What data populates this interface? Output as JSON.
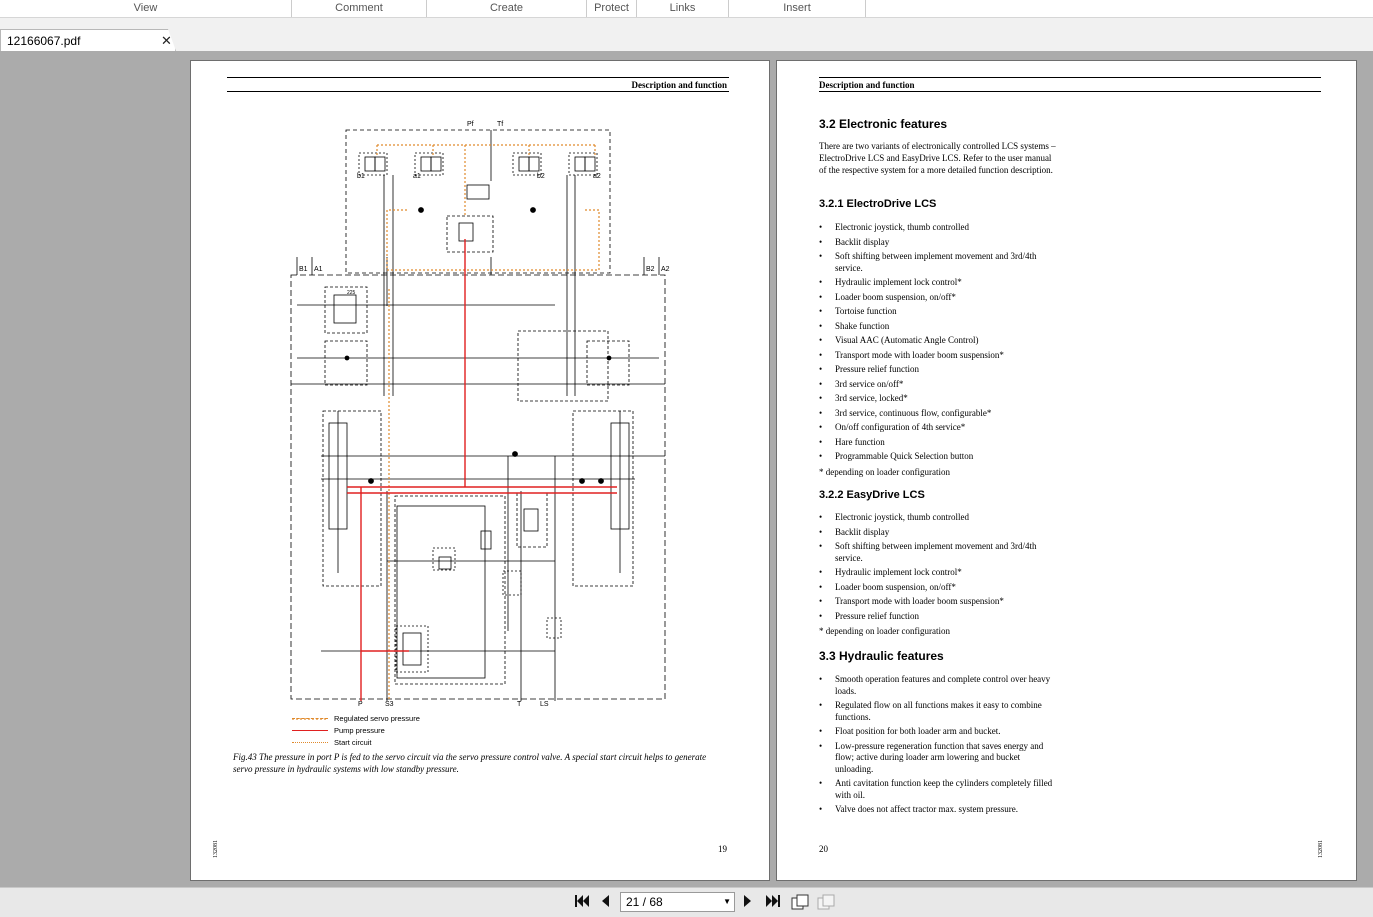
{
  "menu": {
    "items": [
      "View",
      "Comment",
      "Create",
      "Protect",
      "Links",
      "Insert"
    ]
  },
  "tab": {
    "filename": "12166067.pdf",
    "close": "✕"
  },
  "left_page": {
    "header": "Description and function",
    "diagram": {
      "labels": {
        "pf": "Pf",
        "tf": "Tf",
        "b1": "b1",
        "a1": "a1",
        "b2": "b2",
        "a2": "a2",
        "B1": "B1",
        "A1": "A1",
        "B2": "B2",
        "A2": "A2",
        "val225": "225",
        "P": "P",
        "S3": "S3",
        "T": "T",
        "LS": "LS"
      },
      "colors": {
        "servo": "#e08a2c",
        "pump": "#e02020",
        "start": "#e08a2c",
        "lines": "#000000"
      }
    },
    "legend": {
      "servo": "Regulated servo pressure",
      "pump": "Pump pressure",
      "start": "Start circuit"
    },
    "caption": "Fig.43  The pressure in port P is fed to the servo circuit via the servo pressure control valve. A special start circuit helps to generate servo pressure in hydraulic systems with low standby pressure.",
    "page_number": "19",
    "side_code": "132081"
  },
  "right_page": {
    "header": "Description and function",
    "s32_title": "3.2 Electronic features",
    "s32_text": "There are two variants of electronically controlled LCS systems – ElectroDrive LCS and EasyDrive LCS. Refer to the user manual of the respective system for a more detailed function description.",
    "s321_title": "3.2.1 ElectroDrive LCS",
    "s321_items": [
      "Electronic joystick, thumb controlled",
      "Backlit display",
      "Soft shifting between implement movement and 3rd/4th service.",
      "Hydraulic implement lock control*",
      "Loader boom suspension, on/off*",
      "Tortoise function",
      "Shake function",
      "Visual AAC (Automatic Angle Control)",
      "Transport mode with loader boom suspension*",
      "Pressure relief function",
      "3rd service on/off*",
      "3rd service, locked*",
      "3rd service, continuous flow, configurable*",
      "On/off configuration of 4th service*",
      "Hare function",
      "Programmable Quick Selection button"
    ],
    "s321_note": "* depending on loader configuration",
    "s322_title": "3.2.2 EasyDrive LCS",
    "s322_items": [
      "Electronic joystick, thumb controlled",
      "Backlit display",
      "Soft shifting between implement movement and 3rd/4th service.",
      "Hydraulic implement lock control*",
      "Loader boom suspension, on/off*",
      "Transport mode with loader boom suspension*",
      "Pressure relief function"
    ],
    "s322_note": "* depending on loader configuration",
    "s33_title": "3.3 Hydraulic features",
    "s33_items": [
      "Smooth operation features and complete control over heavy loads.",
      "Regulated flow on all functions makes it easy to combine functions.",
      "Float position for both loader arm and bucket.",
      "Low-pressure regeneration function that saves energy and flow; active during loader arm lowering and bucket unloading.",
      "Anti cavitation function keep the cylinders completely filled with oil.",
      "Valve does not affect tractor max. system pressure."
    ],
    "page_number": "20",
    "side_code": "132081"
  },
  "nav": {
    "first_icon": "first-page-icon",
    "prev_icon": "prev-page-icon",
    "page_field": "21 / 68",
    "next_icon": "next-page-icon",
    "last_icon": "last-page-icon",
    "fit_icon": "fit-page-icon",
    "single_icon": "single-page-icon"
  }
}
